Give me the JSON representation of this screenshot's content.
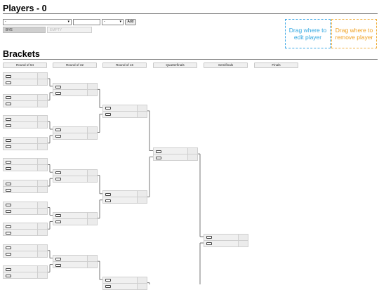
{
  "players": {
    "title": "Players - 0",
    "player_select_value": "-",
    "name_value": "",
    "seed_select_value": "-",
    "add_label": "Add",
    "bye_chip": "BYE",
    "empty_chip": "EMPTY"
  },
  "drop_zones": {
    "edit": "Drag where to edit player",
    "remove": "Drag where to remove player"
  },
  "colors": {
    "edit": "#2fa6e0",
    "remove": "#f0a020"
  },
  "brackets": {
    "title": "Brackets",
    "rounds": [
      {
        "label": "Round of 64"
      },
      {
        "label": "Round of 32"
      },
      {
        "label": "Round of 16"
      },
      {
        "label": "Quarterfinals"
      },
      {
        "label": "Semifinals"
      },
      {
        "label": "Finals"
      }
    ]
  }
}
